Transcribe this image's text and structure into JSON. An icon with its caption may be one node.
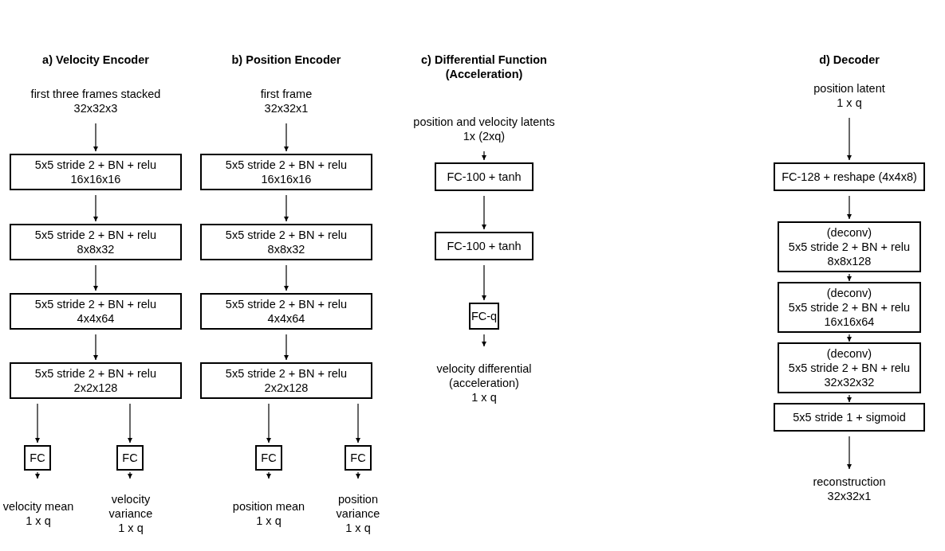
{
  "diagram": {
    "nodes": [
      {
        "text": [
          "first three frames stacked",
          "32x32x3"
        ]
      },
      {
        "text": [
          "5x5 stride 2 + BN + relu",
          "16x16x16"
        ]
      },
      {
        "text": [
          "5x5 stride 2 + BN + relu",
          "8x8x32"
        ]
      },
      {
        "text": [
          "5x5 stride 2 + BN + relu",
          "4x4x64"
        ]
      },
      {
        "text": [
          "5x5 stride 2 + BN + relu",
          "2x2x128"
        ]
      },
      {
        "text": [
          "FC"
        ]
      },
      {
        "text": [
          "FC"
        ]
      },
      {
        "text": [
          "velocity mean",
          "1 x q"
        ]
      },
      {
        "text": [
          "velocity variance",
          "1 x q"
        ]
      },
      {
        "text": [
          "first frame",
          "32x32x1"
        ]
      },
      {
        "text": [
          "5x5 stride 2 + BN + relu",
          "16x16x16"
        ]
      },
      {
        "text": [
          "5x5 stride 2 + BN + relu",
          "8x8x32"
        ]
      },
      {
        "text": [
          "5x5 stride 2 + BN + relu",
          "4x4x64"
        ]
      },
      {
        "text": [
          "5x5 stride 2 + BN + relu",
          "2x2x128"
        ]
      },
      {
        "text": [
          "FC"
        ]
      },
      {
        "text": [
          "FC"
        ]
      },
      {
        "text": [
          "position mean",
          "1 x q"
        ]
      },
      {
        "text": [
          "position variance",
          "1 x q"
        ]
      },
      {
        "text": [
          "position and velocity latents",
          "1x (2xq)"
        ]
      },
      {
        "text": [
          "FC-100 + tanh"
        ]
      },
      {
        "text": [
          "FC-100 + tanh"
        ]
      },
      {
        "text": [
          "FC-q"
        ]
      },
      {
        "text": [
          "velocity differential (acceleration)",
          "1 x q"
        ]
      },
      {
        "text": [
          "position latent",
          "1 x q"
        ]
      },
      {
        "text": [
          "FC-128 + reshape (4x4x8)"
        ]
      },
      {
        "text": [
          "(deconv)",
          "5x5 stride 2 + BN + relu",
          "8x8x128"
        ]
      },
      {
        "text": [
          "(deconv)",
          "5x5 stride 2 + BN + relu",
          "16x16x64"
        ]
      },
      {
        "text": [
          "(deconv)",
          "5x5 stride 2 + BN + relu",
          "32x32x32"
        ]
      },
      {
        "text": [
          "5x5 stride 1 + sigmoid"
        ]
      },
      {
        "text": [
          "reconstruction",
          "32x32x1"
        ]
      }
    ],
    "edges": [
      {
        "from": 0,
        "to": 1,
        "arrow": "to"
      },
      {
        "from": 1,
        "to": 2,
        "arrow": "to"
      },
      {
        "from": 2,
        "to": 3,
        "arrow": "to"
      },
      {
        "from": 3,
        "to": 4,
        "arrow": "to"
      },
      {
        "from": 4,
        "to": 5,
        "arrow": "to"
      },
      {
        "from": 4,
        "to": 6,
        "arrow": "to"
      },
      {
        "from": 5,
        "to": 7,
        "arrow": "to"
      },
      {
        "from": 6,
        "to": 8,
        "arrow": "to"
      },
      {
        "from": 9,
        "to": 10,
        "arrow": "to"
      },
      {
        "from": 10,
        "to": 11,
        "arrow": "to"
      },
      {
        "from": 11,
        "to": 12,
        "arrow": "to"
      },
      {
        "from": 12,
        "to": 13,
        "arrow": "to"
      },
      {
        "from": 13,
        "to": 14,
        "arrow": "to"
      },
      {
        "from": 13,
        "to": 15,
        "arrow": "to"
      },
      {
        "from": 14,
        "to": 16,
        "arrow": "to"
      },
      {
        "from": 15,
        "to": 17,
        "arrow": "to"
      },
      {
        "from": 18,
        "to": 19,
        "arrow": "to"
      },
      {
        "from": 19,
        "to": 20,
        "arrow": "to"
      },
      {
        "from": 20,
        "to": 21,
        "arrow": "to"
      },
      {
        "from": 21,
        "to": 22,
        "arrow": "to"
      },
      {
        "from": 23,
        "to": 24,
        "arrow": "to"
      },
      {
        "from": 24,
        "to": 25,
        "arrow": "to"
      },
      {
        "from": 25,
        "to": 26,
        "arrow": "to"
      },
      {
        "from": 26,
        "to": 27,
        "arrow": "to"
      },
      {
        "from": 27,
        "to": 28,
        "arrow": "to"
      },
      {
        "from": 28,
        "to": 29,
        "arrow": "to"
      }
    ],
    "labels": [
      "a) Velocity Encoder",
      "b) Position Encoder",
      "c) Differential Function (Acceleration)",
      "d) Decoder"
    ]
  }
}
